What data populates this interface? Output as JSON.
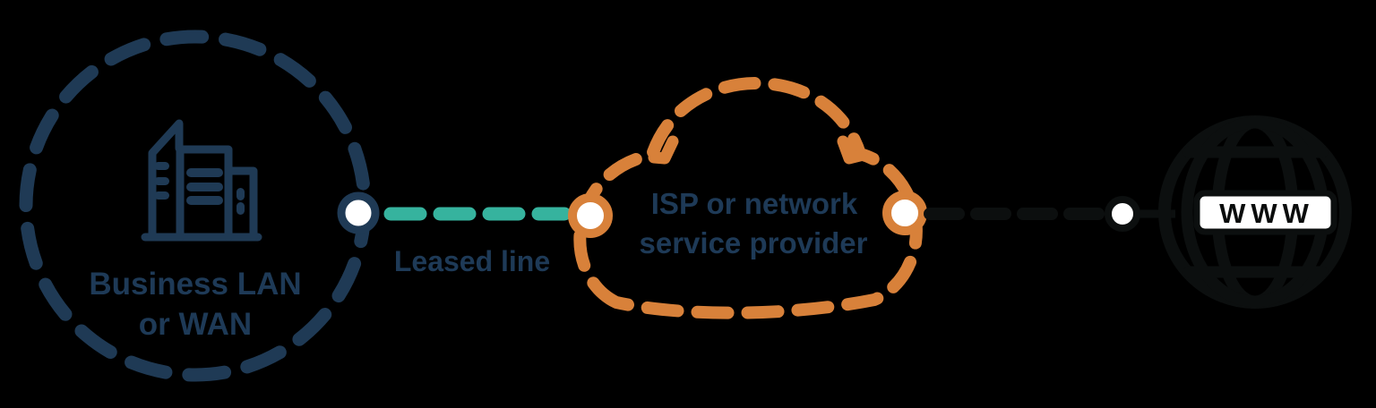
{
  "diagram": {
    "business_circle": {
      "label_line1": "Business LAN",
      "label_line2": "or WAN",
      "icon": "office-building-icon"
    },
    "leased_line": {
      "label": "Leased line"
    },
    "isp_cloud": {
      "label_line1": "ISP or network",
      "label_line2": "service provider"
    },
    "internet": {
      "label": "WWW",
      "icon": "globe-www-icon"
    }
  },
  "colors": {
    "navy": "#1f3a55",
    "teal": "#36b39e",
    "orange": "#d8813a",
    "ink": "#0c0f0f",
    "white": "#ffffff",
    "background": "#000000",
    "text": "#1e3a57"
  }
}
